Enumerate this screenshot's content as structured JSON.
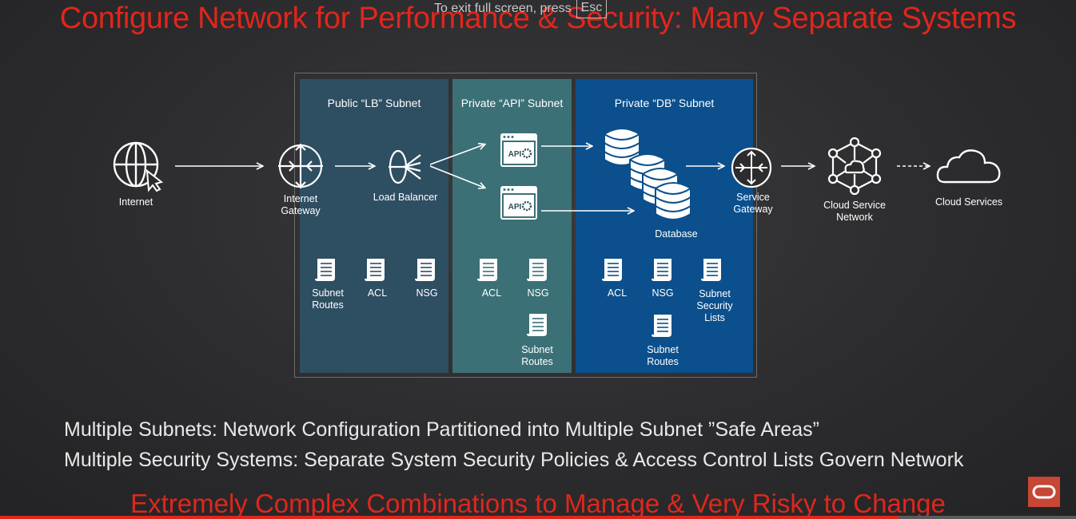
{
  "slide": {
    "title": "Configure Network for Performance & Security:  Many Separate Systems",
    "fullscreen_hint": "To exit full screen, press",
    "fullscreen_key": "Esc",
    "subnets": {
      "lb": "Public “LB” Subnet",
      "api": "Private “API” Subnet",
      "db": "Private “DB” Subnet"
    },
    "nodes": {
      "internet": "Internet",
      "internet_gateway_1": "Internet",
      "internet_gateway_2": "Gateway",
      "load_balancer": "Load Balancer",
      "api_1": "API",
      "api_2": "API",
      "database": "Database",
      "service_gateway_1": "Service",
      "service_gateway_2": "Gateway",
      "csn_1": "Cloud Service",
      "csn_2": "Network",
      "cloud_services": "Cloud Services"
    },
    "docs": {
      "lb_routes_1": "Subnet",
      "lb_routes_2": "Routes",
      "lb_acl": "ACL",
      "lb_nsg": "NSG",
      "api_acl": "ACL",
      "api_nsg": "NSG",
      "api_routes_1": "Subnet",
      "api_routes_2": "Routes",
      "db_acl": "ACL",
      "db_nsg": "NSG",
      "db_seclist_1": "Subnet",
      "db_seclist_2": "Security",
      "db_seclist_3": "Lists",
      "db_routes_1": "Subnet",
      "db_routes_2": "Routes"
    },
    "footer_line_1": "Multiple Subnets:  Network Configuration Partitioned into Multiple Subnet ”Safe Areas”",
    "footer_line_2": "Multiple Security Systems:  Separate System Security Policies & Access Control Lists Govern Network",
    "bottom_banner": "Extremely Complex Combinations to Manage  &  Very Risky to Change"
  },
  "video": {
    "progress": 0.835
  },
  "colors": {
    "title_red": "#e0261c",
    "lb_subnet": "#2e4e62",
    "api_subnet": "#3b7076",
    "db_subnet": "#0b4f8c",
    "oracle_badge": "#c74634"
  },
  "icons": [
    "globe-cursor-icon",
    "gateway-icon",
    "load-balancer-icon",
    "api-window-icon",
    "database-icon",
    "cloud-network-icon",
    "cloud-icon",
    "document-icon",
    "oracle-logo-icon"
  ]
}
